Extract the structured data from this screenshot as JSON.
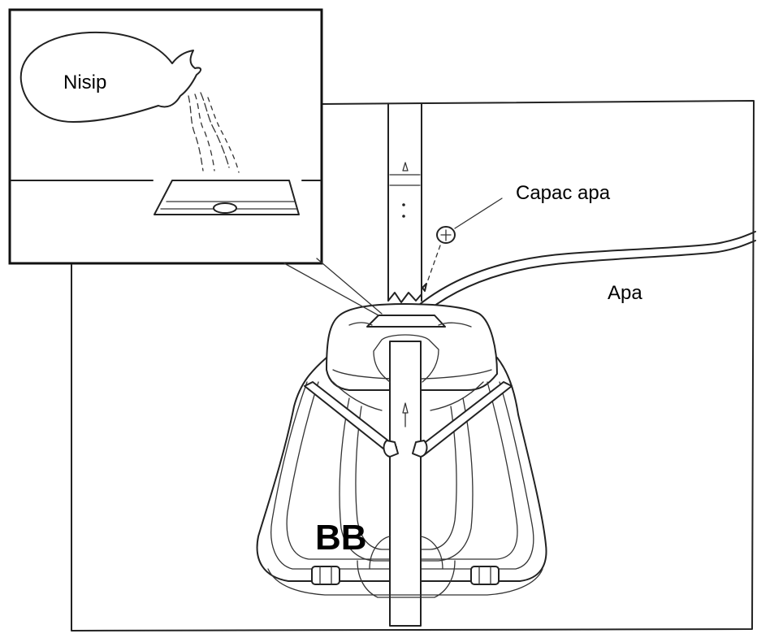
{
  "labels": {
    "sand": "Nisip",
    "water_cap": "Capac apa",
    "water": "Apa",
    "base_marking": "BB"
  },
  "colors": {
    "line": "#222222",
    "background": "#ffffff"
  }
}
